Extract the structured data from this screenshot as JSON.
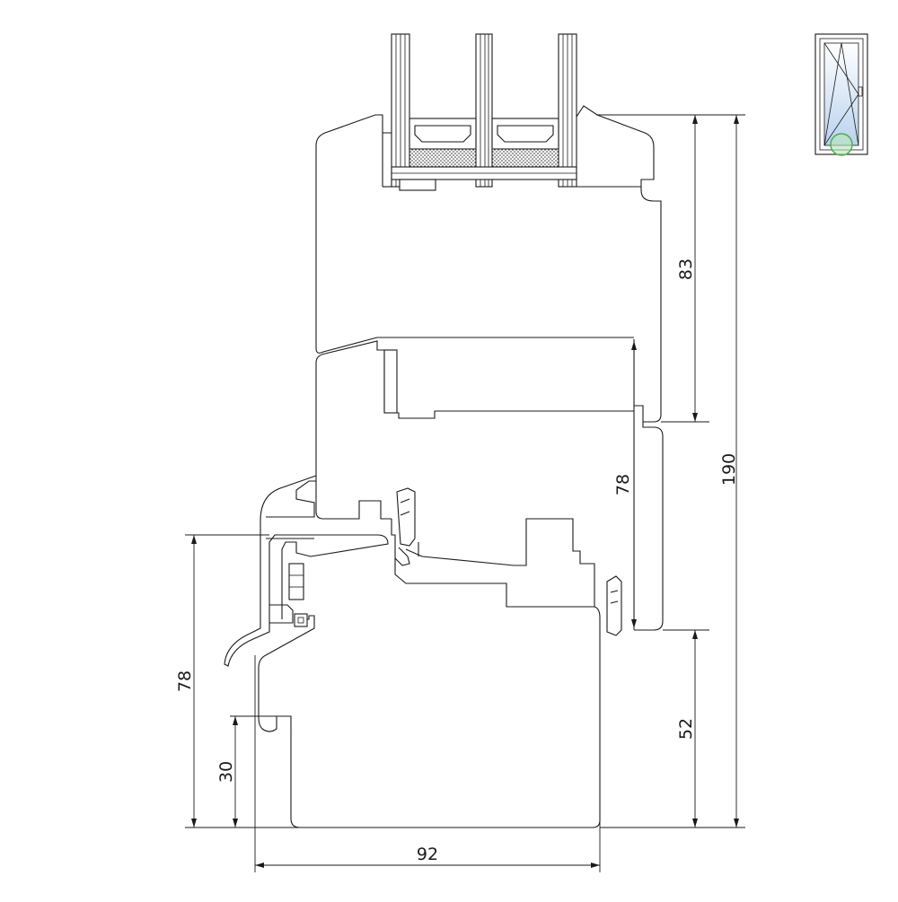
{
  "drawing": {
    "dimensions": {
      "sash_height": "83",
      "overlap_height": "78",
      "total_height": "190",
      "sill_height": "52",
      "frame_height": "78",
      "groove_height": "30",
      "frame_depth": "92"
    }
  },
  "thumbnail": {
    "marker_color": "#4caf50",
    "glass_color": "#b9d3ee"
  },
  "colors": {
    "line": "#1a1a1a",
    "hatch": "#333333"
  }
}
